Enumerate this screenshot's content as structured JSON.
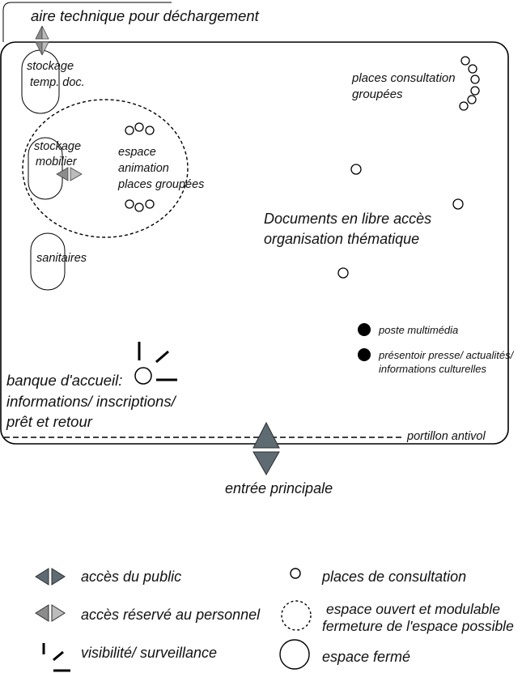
{
  "header": {
    "technical_area": "aire technique pour déchargement"
  },
  "zones": {
    "storage_temp": {
      "line1": "stockage",
      "line2": "temp. doc."
    },
    "storage_furniture": {
      "line1": "stockage",
      "line2": "mobilier"
    },
    "animation": {
      "line1": "espace",
      "line2": "animation",
      "line3": "places groupées"
    },
    "toilets": "sanitaires",
    "group_consultation": {
      "line1": "places consultation",
      "line2": "groupées"
    },
    "open_documents": {
      "line1": "Documents en libre accès",
      "line2": "organisation thématique"
    },
    "multimedia": "poste multimédia",
    "press": {
      "line1": "présentoir presse/ actualités/",
      "line2": "informations culturelles"
    },
    "reception": {
      "line1": "banque d'accueil:",
      "line2": "informations/ inscriptions/",
      "line3": "prêt et retour"
    },
    "antitheft_gate": "portillon antivol",
    "main_entrance": "entrée principale"
  },
  "legend": {
    "public_access": "accès du public",
    "staff_access": "accès réservé au personnel",
    "visibility": "visibilité/ surveillance",
    "consultation_seats": "places de consultation",
    "open_space": {
      "line1": "espace ouvert et modulable",
      "line2": "fermeture de l'espace possible"
    },
    "closed_space": "espace fermé"
  },
  "colors": {
    "public_access": "#5f6b72",
    "staff_access_dark": "#8c8c8c",
    "staff_access_light": "#bcbcbc",
    "outline": "#000000",
    "filled_point": "#000000"
  }
}
